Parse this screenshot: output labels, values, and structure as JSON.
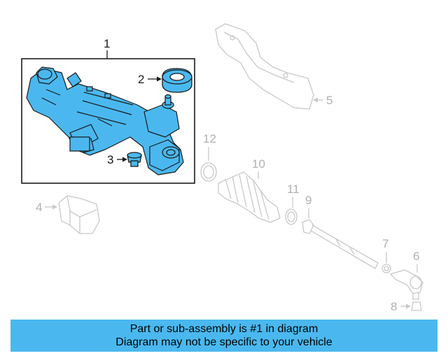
{
  "diagram": {
    "callouts": [
      {
        "id": "1",
        "label": "1",
        "highlighted": true
      },
      {
        "id": "2",
        "label": "2",
        "highlighted": true
      },
      {
        "id": "3",
        "label": "3",
        "highlighted": true
      },
      {
        "id": "4",
        "label": "4",
        "highlighted": false
      },
      {
        "id": "5",
        "label": "5",
        "highlighted": false
      },
      {
        "id": "6",
        "label": "6",
        "highlighted": false
      },
      {
        "id": "7",
        "label": "7",
        "highlighted": false
      },
      {
        "id": "8",
        "label": "8",
        "highlighted": false
      },
      {
        "id": "9",
        "label": "9",
        "highlighted": false
      },
      {
        "id": "10",
        "label": "10",
        "highlighted": false
      },
      {
        "id": "11",
        "label": "11",
        "highlighted": false
      },
      {
        "id": "12",
        "label": "12",
        "highlighted": false
      }
    ],
    "colors": {
      "highlight_fill": "#4ab8ef",
      "outline_dark": "#1a1a1a",
      "faded": "#c8c8c8",
      "faded_text": "#b0b0b0"
    }
  },
  "footer": {
    "line1": "Part or sub-assembly is #1 in diagram",
    "line2": "Diagram may not be specific to your vehicle",
    "background": "#4ab8ef"
  }
}
